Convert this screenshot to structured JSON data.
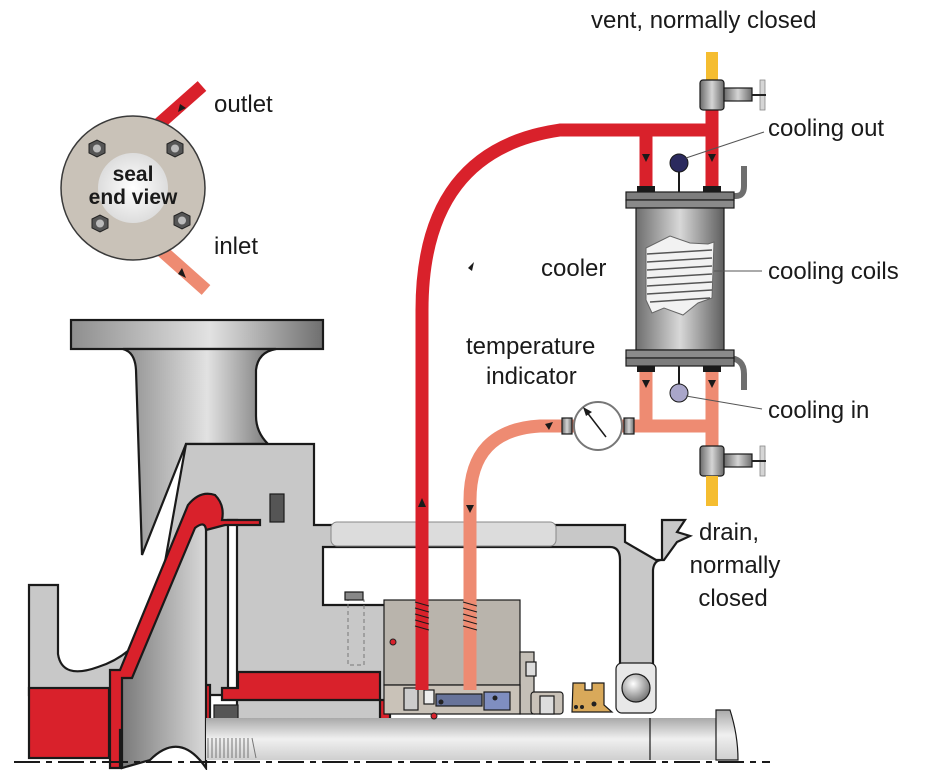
{
  "diagram": {
    "title": "Seal flush cooling loop with cooler",
    "colors": {
      "hot_flow": "#d9212b",
      "cool_flow": "#ee8b72",
      "cooling_water": "#f5bd30",
      "casing": "#c8c8c8",
      "seal_gland": "#b9b4ac",
      "seal_plate": "#c9c2b8",
      "outline": "#1a1a1a",
      "indicator_out": "#2b2a5e",
      "indicator_in": "#a9a6c9",
      "lip_seal": "#d9a95a"
    },
    "labels": {
      "vent": "vent, normally closed",
      "cooling_out": "cooling out",
      "cooler": "cooler",
      "cooling_coils": "cooling coils",
      "temperature_indicator_line1": "temperature",
      "temperature_indicator_line2": "indicator",
      "cooling_in": "cooling in",
      "drain_line1": "drain,",
      "drain_line2": "normally",
      "drain_line3": "closed",
      "outlet": "outlet",
      "inlet": "inlet",
      "seal_end_view_line1": "seal",
      "seal_end_view_line2": "end view"
    }
  }
}
